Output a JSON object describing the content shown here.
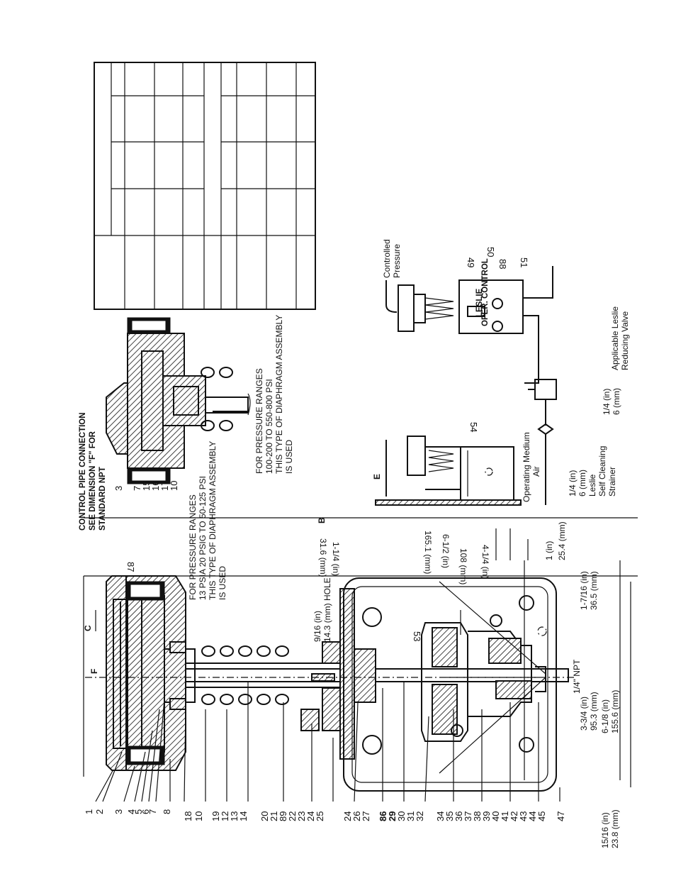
{
  "part_numbers_left": [
    "1",
    "2",
    "3",
    "4",
    "5",
    "6",
    "7",
    "8",
    "18",
    "10",
    "19",
    "12",
    "13",
    "14",
    "20",
    "21",
    "89",
    "22",
    "23",
    "24",
    "25",
    "24",
    "26",
    "27",
    "86",
    "29",
    "30",
    "31",
    "32",
    "34",
    "35",
    "36",
    "37",
    "38",
    "39",
    "40",
    "41",
    "42",
    "43",
    "44",
    "45",
    "47"
  ],
  "part_numbers_alt_assembly": [
    "3",
    "7",
    "15",
    "16",
    "17",
    "10"
  ],
  "part_numbers_control": [
    "49",
    "50",
    "88",
    "51"
  ],
  "part_number_54": "54",
  "part_number_87": "87",
  "part_number_53": "53",
  "callouts": {
    "control_pipe_connection": [
      "CONTROL PIPE CONNECTION",
      "SEE DIMENSION \"F\" FOR",
      "STANDARD NPT"
    ],
    "pressure_ranges_low": [
      "FOR PRESSURE RANGES",
      "13 PSIA 20 PSIG TO 50-125 PSI",
      "THIS TYPE OF DIAPHRAGM ASSEMBLY",
      "IS USED"
    ],
    "pressure_ranges_high": [
      "FOR PRESSURE RANGES",
      "100-200 TO 550-800 PSI",
      "THIS TYPE OF DIAPHRAGM ASSEMBLY",
      "IS USED"
    ],
    "hole": [
      "9/16 (in)",
      "14.3 (mm) HOLE"
    ],
    "npt": "1/4\" NPT",
    "controlled_pressure": [
      "Controlled",
      "Pressure"
    ],
    "operating_medium": [
      "Operating Medium",
      "Air"
    ],
    "strainer": [
      "1/4 (in)",
      "6 (mm)",
      "Leslie",
      "Self Cleaning",
      "Strainer"
    ],
    "tee": [
      "1/4 (in)",
      "6 (mm)"
    ],
    "reducing_valve": [
      "Applicable Leslie",
      "Reducing Valve"
    ],
    "oper_control": "OPER. CONTROL",
    "leslie_logo": "LESLIE"
  },
  "dimensions": {
    "B": "B",
    "C": "C",
    "E": "E",
    "F": "F",
    "d_165": "165.1 (mm)",
    "d_6_5": "6-1/2 (in)",
    "d_31": "31.6 (mm)",
    "d_1_25": "1-1/4 (in)",
    "d_108": "108 (mm)",
    "d_4_25": "4-1/4 (in)",
    "d_1in": "1 (in)",
    "d_25": "25.4 (mm)",
    "d_1_7_16": "1-7/16 (in)",
    "d_36": "36.5 (mm)",
    "d_3_75": "3-3/4 (in)",
    "d_95": "95.3 (mm)",
    "d_6_1_8": "6-1/8 (in)",
    "d_155": "155.6 (mm)",
    "d_15_16": "15/16 (in)",
    "d_23": "23.8 (mm)"
  }
}
